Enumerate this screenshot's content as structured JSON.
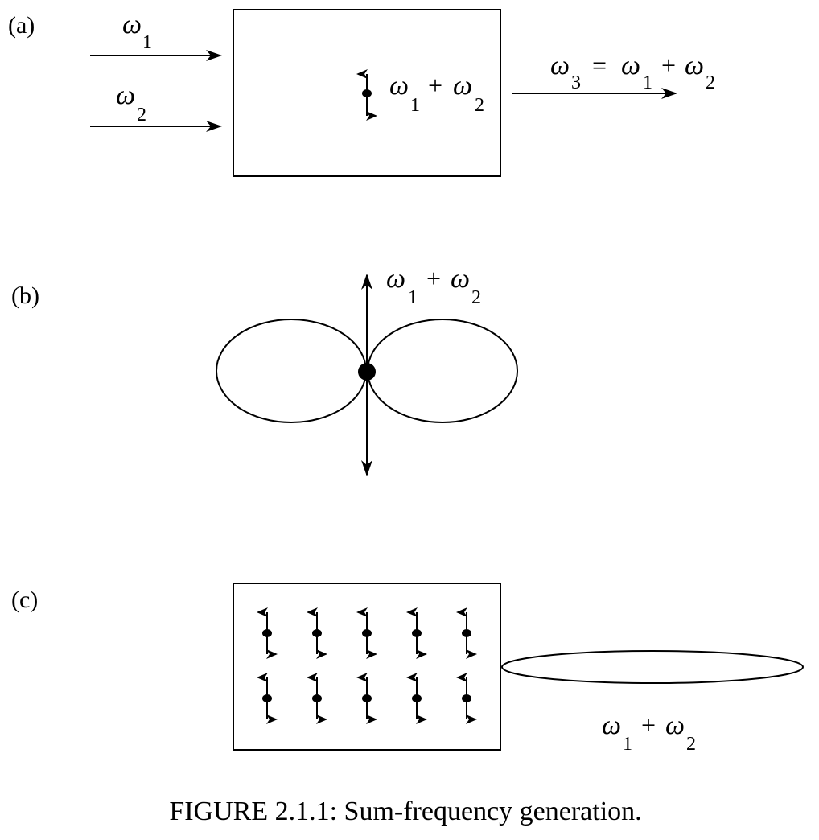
{
  "panels": {
    "a": {
      "label": "(a)",
      "inputs": [
        {
          "symbol": "ω",
          "sub": "1"
        },
        {
          "symbol": "ω",
          "sub": "2"
        }
      ],
      "inner": {
        "sym1": "ω",
        "sub1": "1",
        "op": "+",
        "sym2": "ω",
        "sub2": "2"
      },
      "output": {
        "sym0": "ω",
        "sub0": "3",
        "eq": "=",
        "sym1": "ω",
        "sub1": "1",
        "op": "+",
        "sym2": "ω",
        "sub2": "2"
      }
    },
    "b": {
      "label": "(b)",
      "arrow_label": {
        "sym1": "ω",
        "sub1": "1",
        "op": "+",
        "sym2": "ω",
        "sub2": "2"
      }
    },
    "c": {
      "label": "(c)",
      "dipole_rows": 2,
      "dipole_cols": 5,
      "beam_label": {
        "sym1": "ω",
        "sub1": "1",
        "op": "+",
        "sym2": "ω",
        "sub2": "2"
      }
    }
  },
  "caption": "FIGURE 2.1.1: Sum-frequency generation."
}
